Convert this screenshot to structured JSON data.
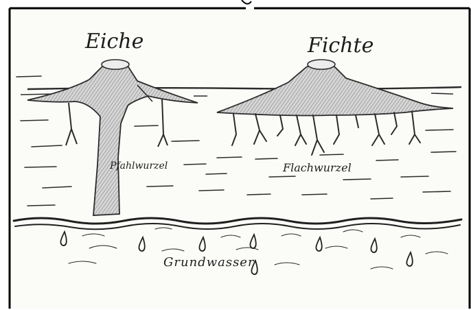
{
  "labels": {
    "oak": "Eiche",
    "spruce": "Fichte",
    "taproot": "Pfahlwurzel",
    "shallow_root": "Flachwurzel",
    "groundwater": "Grundwasser"
  },
  "colors": {
    "paper": "#fbfbf8",
    "pencil": "#2b2b2b",
    "shading": "#8d8d8d",
    "frame": "#000000"
  }
}
